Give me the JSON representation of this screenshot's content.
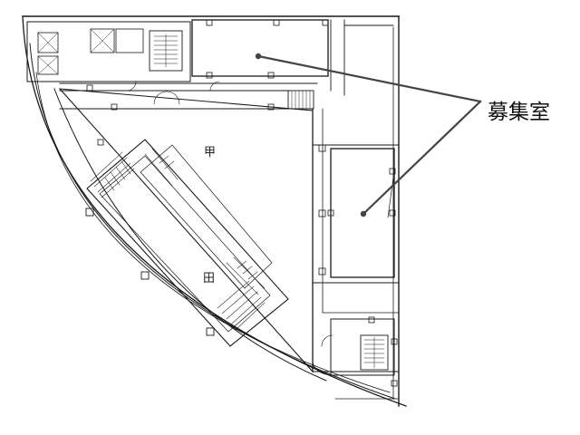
{
  "callout": {
    "label": "募集室",
    "targets": [
      "room-north",
      "room-east"
    ]
  },
  "rooms": {
    "upper_char": "甲",
    "lower_char": "田"
  },
  "colors": {
    "line": "#1a1a1a",
    "text": "#111111",
    "background": "#ffffff"
  }
}
